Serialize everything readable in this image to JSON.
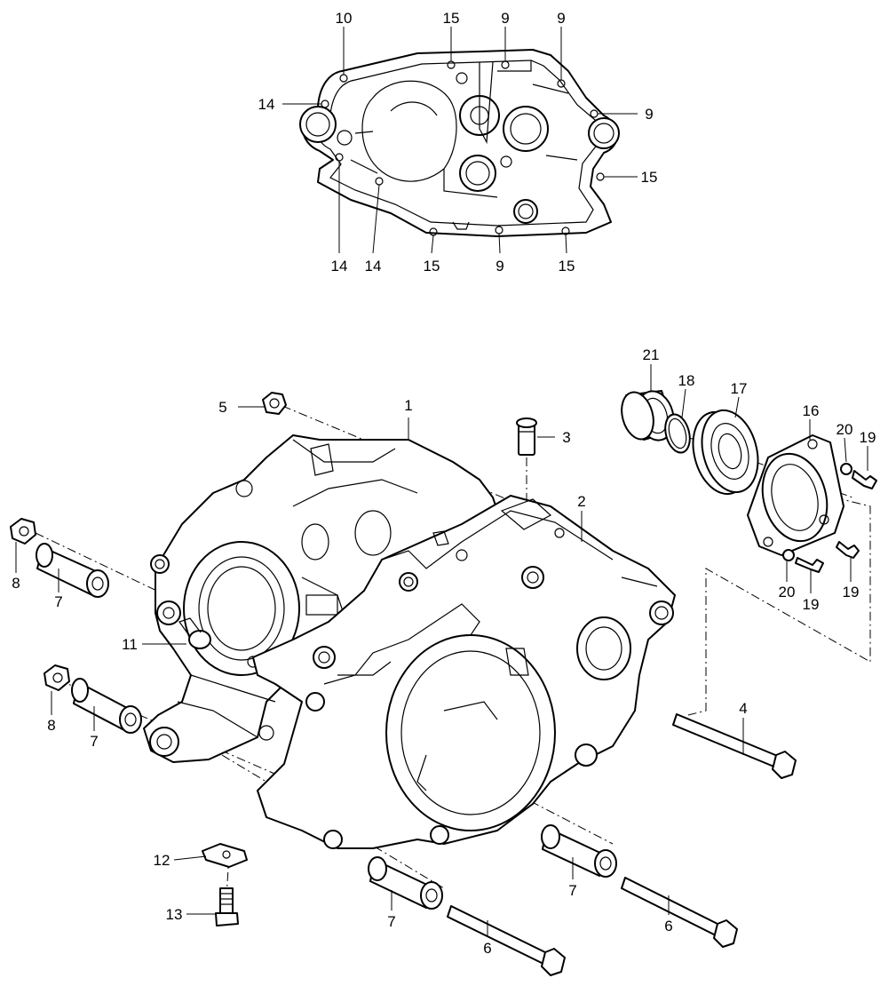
{
  "callouts": [
    {
      "id": "c10a",
      "text": "10"
    },
    {
      "id": "c15a",
      "text": "15"
    },
    {
      "id": "c9a",
      "text": "9"
    },
    {
      "id": "c9b",
      "text": "9"
    },
    {
      "id": "c14a",
      "text": "14"
    },
    {
      "id": "c9c",
      "text": "9"
    },
    {
      "id": "c15b",
      "text": "15"
    },
    {
      "id": "c14b",
      "text": "14"
    },
    {
      "id": "c14c",
      "text": "14"
    },
    {
      "id": "c15c",
      "text": "15"
    },
    {
      "id": "c9d",
      "text": "9"
    },
    {
      "id": "c15d",
      "text": "15"
    },
    {
      "id": "c21",
      "text": "21"
    },
    {
      "id": "c18",
      "text": "18"
    },
    {
      "id": "c17",
      "text": "17"
    },
    {
      "id": "c16",
      "text": "16"
    },
    {
      "id": "c20a",
      "text": "20"
    },
    {
      "id": "c19a",
      "text": "19"
    },
    {
      "id": "c19b",
      "text": "19"
    },
    {
      "id": "c20b",
      "text": "20"
    },
    {
      "id": "c19c",
      "text": "19"
    },
    {
      "id": "c1",
      "text": "1"
    },
    {
      "id": "c5",
      "text": "5"
    },
    {
      "id": "c3",
      "text": "3"
    },
    {
      "id": "c2",
      "text": "2"
    },
    {
      "id": "c8a",
      "text": "8"
    },
    {
      "id": "c7a",
      "text": "7"
    },
    {
      "id": "c11",
      "text": "11"
    },
    {
      "id": "c8b",
      "text": "8"
    },
    {
      "id": "c7b",
      "text": "7"
    },
    {
      "id": "c4",
      "text": "4"
    },
    {
      "id": "c12",
      "text": "12"
    },
    {
      "id": "c13",
      "text": "13"
    },
    {
      "id": "c7c",
      "text": "7"
    },
    {
      "id": "c7d",
      "text": "7"
    },
    {
      "id": "c6a",
      "text": "6"
    },
    {
      "id": "c6b",
      "text": "6"
    }
  ]
}
